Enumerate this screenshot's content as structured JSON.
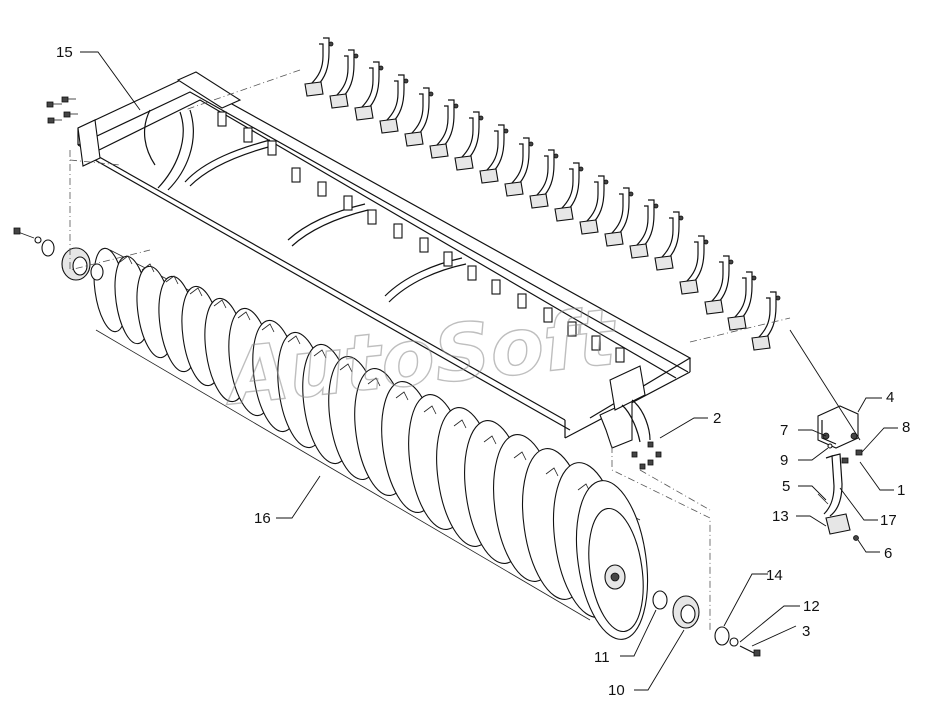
{
  "watermark": "AutoSoft",
  "callouts": [
    {
      "id": "p1",
      "label": "1"
    },
    {
      "id": "p2",
      "label": "2"
    },
    {
      "id": "p3",
      "label": "3"
    },
    {
      "id": "p4",
      "label": "4"
    },
    {
      "id": "p5",
      "label": "5"
    },
    {
      "id": "p6",
      "label": "6"
    },
    {
      "id": "p7",
      "label": "7"
    },
    {
      "id": "p8",
      "label": "8"
    },
    {
      "id": "p9",
      "label": "9"
    },
    {
      "id": "p10",
      "label": "10"
    },
    {
      "id": "p11",
      "label": "11"
    },
    {
      "id": "p12",
      "label": "12"
    },
    {
      "id": "p13",
      "label": "13"
    },
    {
      "id": "p14",
      "label": "14"
    },
    {
      "id": "p15",
      "label": "15"
    },
    {
      "id": "p16",
      "label": "16"
    },
    {
      "id": "p17",
      "label": "17"
    }
  ]
}
